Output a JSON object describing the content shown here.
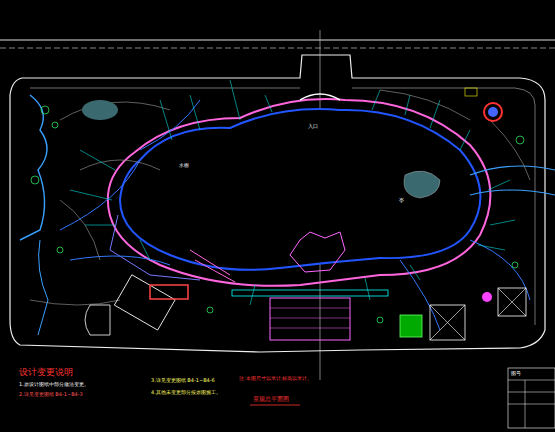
{
  "diagram": {
    "labels": [
      "设计变更说明",
      "1.原设计图纸中部分做法变更。",
      "2.详见变更图纸 B4-1~B4-3",
      "3.详见变更图纸 B4-1~B4-6",
      "4.其他未变更部分按原图施工。",
      "注:本图尺寸以米计,标高以米计。",
      "景观总平面图",
      "入口",
      "亭",
      "水榭",
      "图号"
    ]
  }
}
